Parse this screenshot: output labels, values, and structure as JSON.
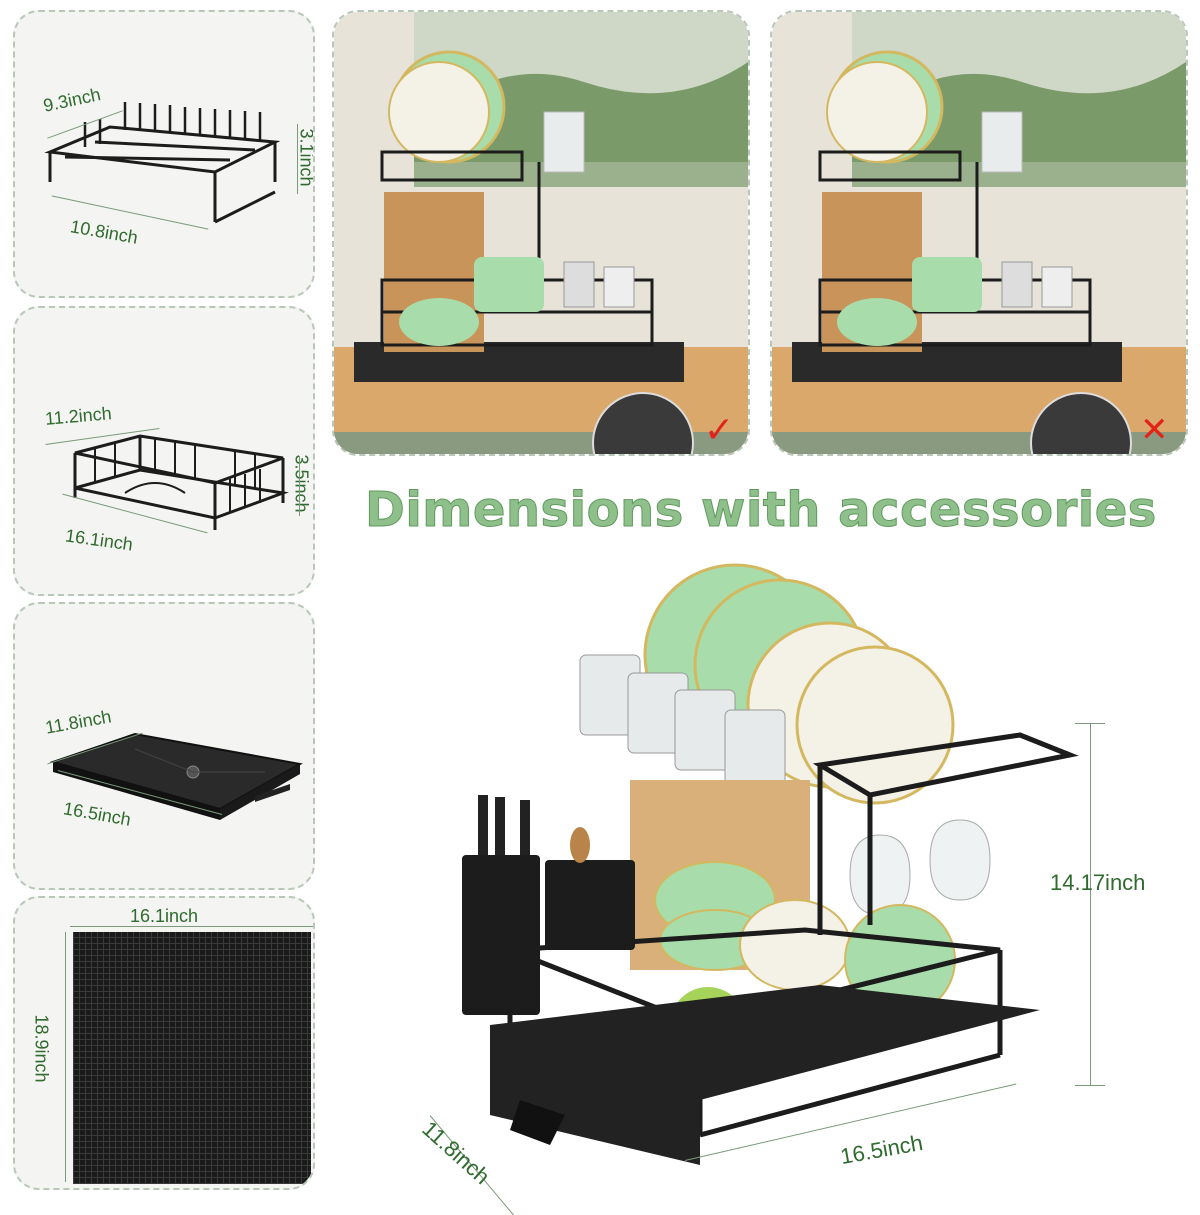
{
  "headline": "Dimensions with accessories",
  "cards": {
    "top_rack": {
      "width": "9.3inch",
      "length": "10.8inch",
      "height": "3.1inch"
    },
    "bottom_basket": {
      "width": "11.2inch",
      "length": "16.1inch",
      "height": "3.5inch"
    },
    "drip_tray": {
      "width": "11.8inch",
      "length": "16.5inch"
    },
    "mat": {
      "width": "16.1inch",
      "length": "18.9inch"
    }
  },
  "main_product": {
    "height": "14.17inch",
    "depth": "11.8inch",
    "length": "16.5inch"
  },
  "photos": {
    "correct": {
      "mark": "✓",
      "mark_color": "#e2231a"
    },
    "incorrect": {
      "mark": "✕",
      "mark_color": "#e2231a"
    }
  },
  "colors": {
    "accent_green": "#8fc08c",
    "dimension_text": "#2f6a2f",
    "rack_black": "#1c1c1c"
  }
}
